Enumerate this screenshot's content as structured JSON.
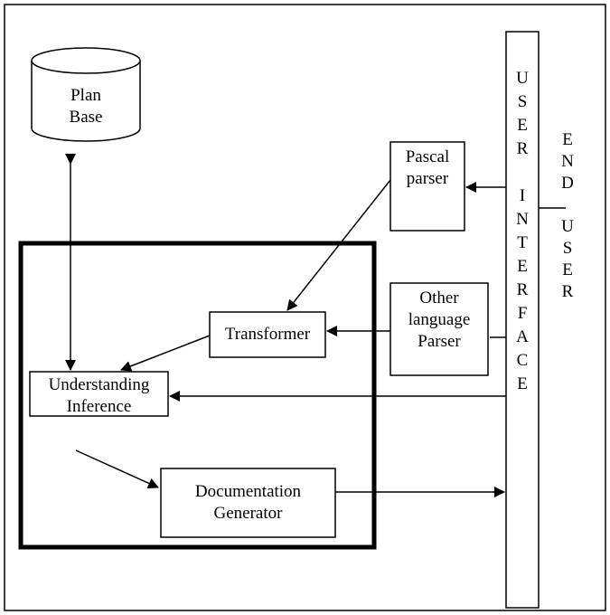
{
  "plan_base": {
    "line1": "Plan",
    "line2": "Base"
  },
  "pascal_parser": {
    "line1": "Pascal",
    "line2": "parser"
  },
  "other_parser": {
    "line1": "Other",
    "line2": "language",
    "line3": "Parser"
  },
  "transformer": {
    "label": "Transformer"
  },
  "understanding": {
    "line1": "Understanding",
    "line2": "Inference"
  },
  "documentation": {
    "line1": "Documentation",
    "line2": "Generator"
  },
  "user_interface": {
    "letters": [
      "U",
      "S",
      "E",
      "R",
      "",
      "I",
      "N",
      "T",
      "E",
      "R",
      "F",
      "A",
      "C",
      "E"
    ]
  },
  "end_user": {
    "letters": [
      "E",
      "N",
      "D",
      "",
      "U",
      "S",
      "E",
      "R"
    ]
  }
}
